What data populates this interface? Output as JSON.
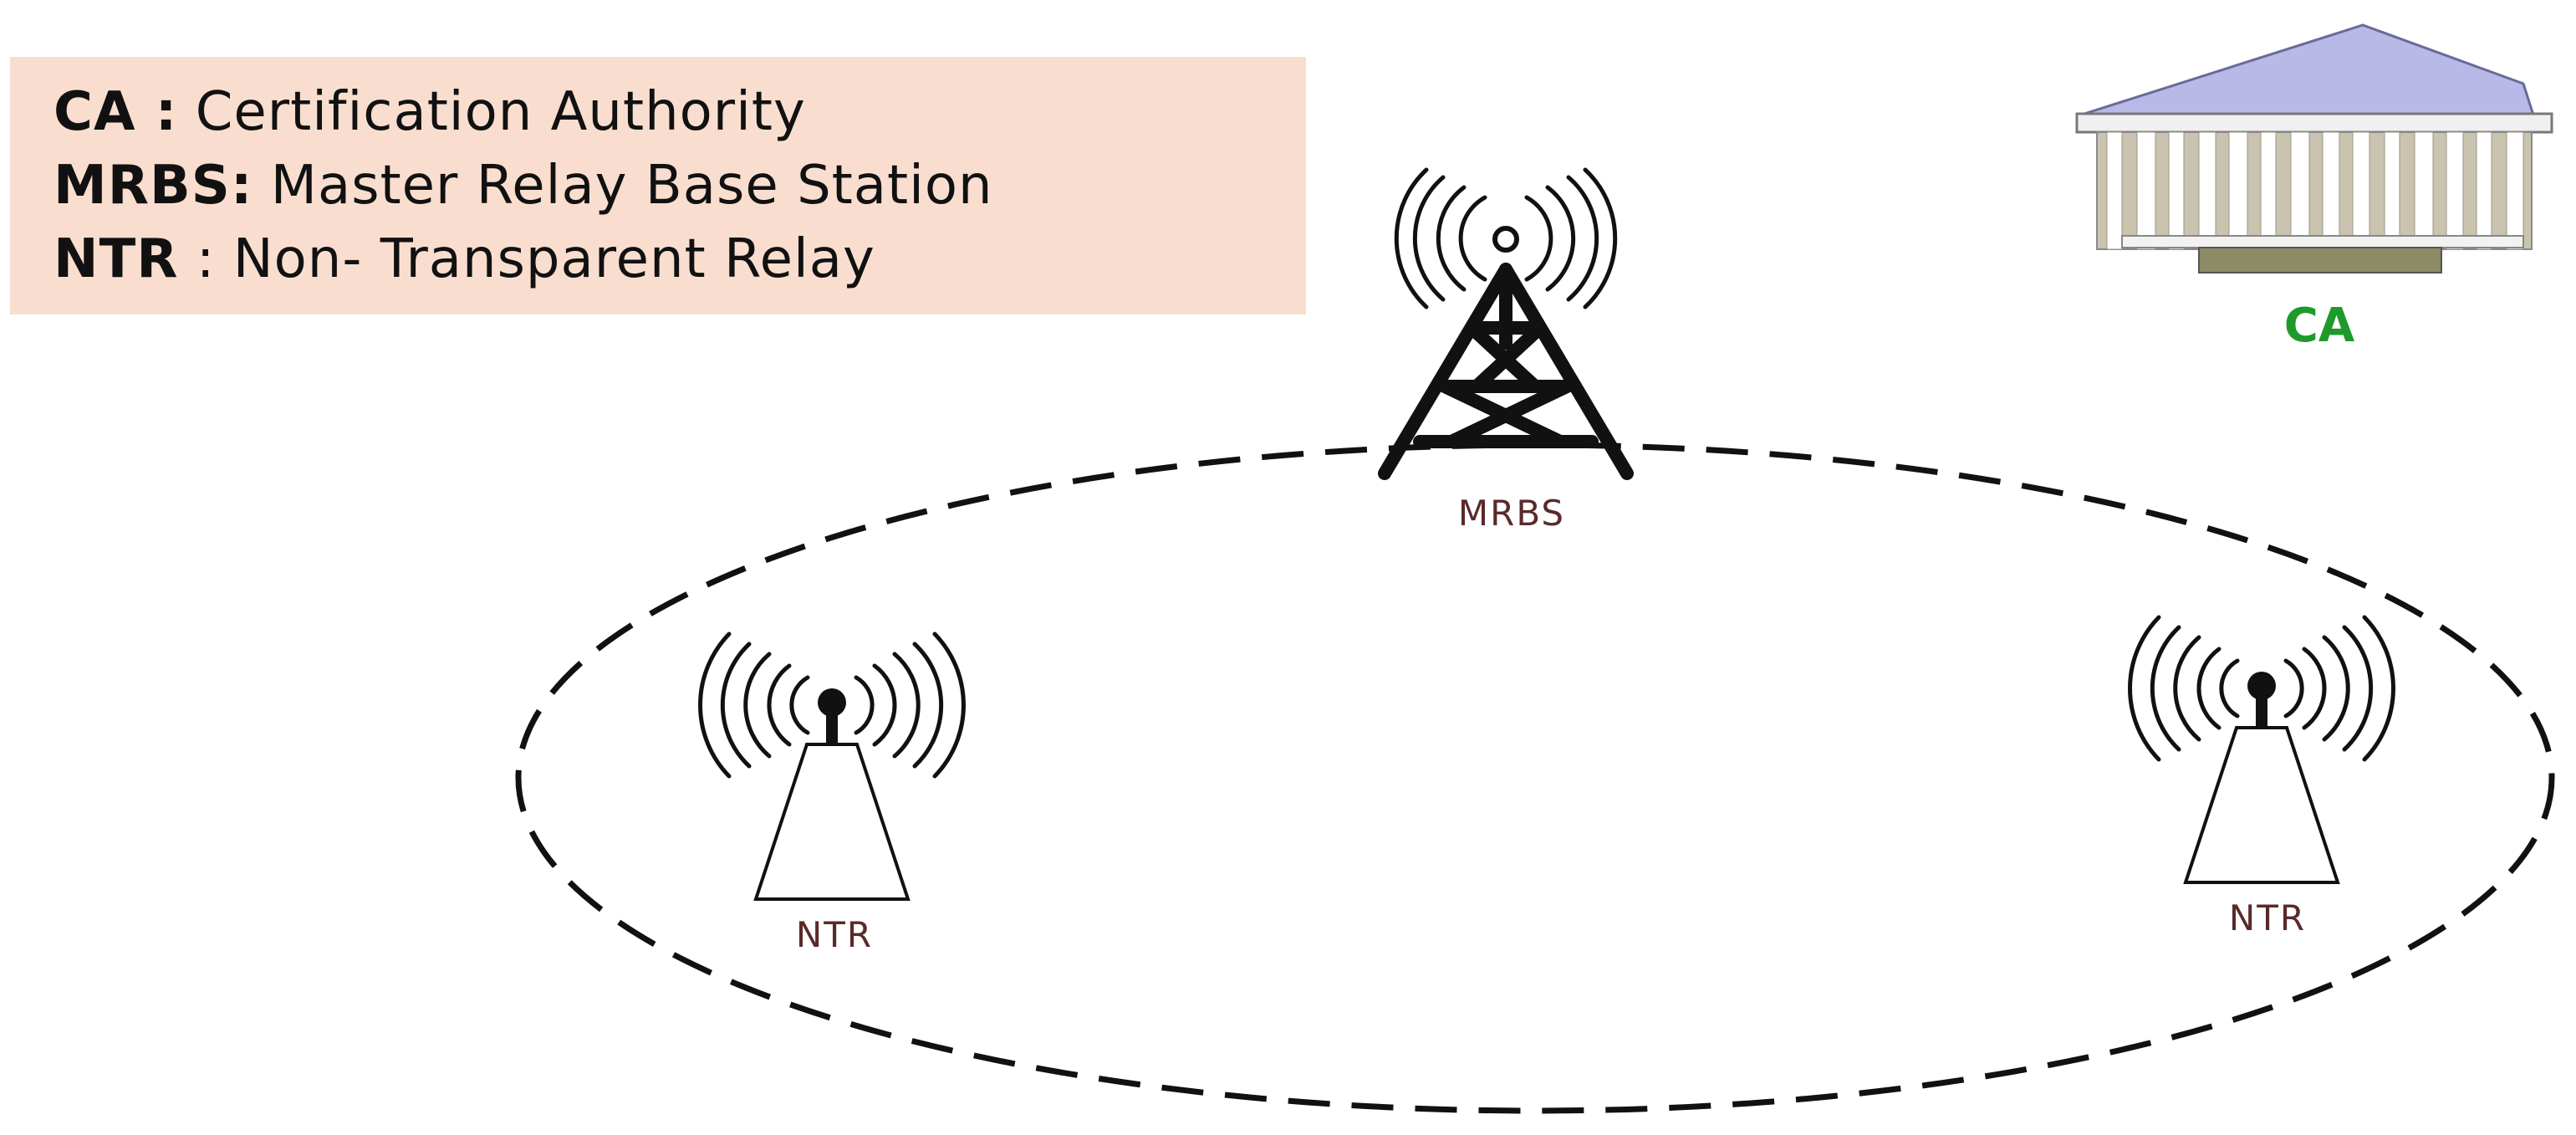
{
  "legend": {
    "items": [
      {
        "abbr": "CA :",
        "text": " Certification Authority"
      },
      {
        "abbr": "MRBS:",
        "text": " Master Relay Base Station"
      },
      {
        "abbr": "NTR",
        "text": " : Non- Transparent Relay"
      }
    ]
  },
  "nodes": {
    "mrbs_label": "MRBS",
    "ntr_left_label": "NTR",
    "ntr_right_label": "NTR",
    "ca_label": "CA"
  },
  "colors": {
    "legend_background": "#f9decf",
    "node_label": "#5a2a2a",
    "ca_label": "#1f9a2a",
    "ca_roof": "#b9b9e8"
  },
  "icons": {
    "mrbs": "lattice-tower-icon",
    "ntr": "relay-antenna-icon",
    "ca": "bank-building-icon"
  }
}
